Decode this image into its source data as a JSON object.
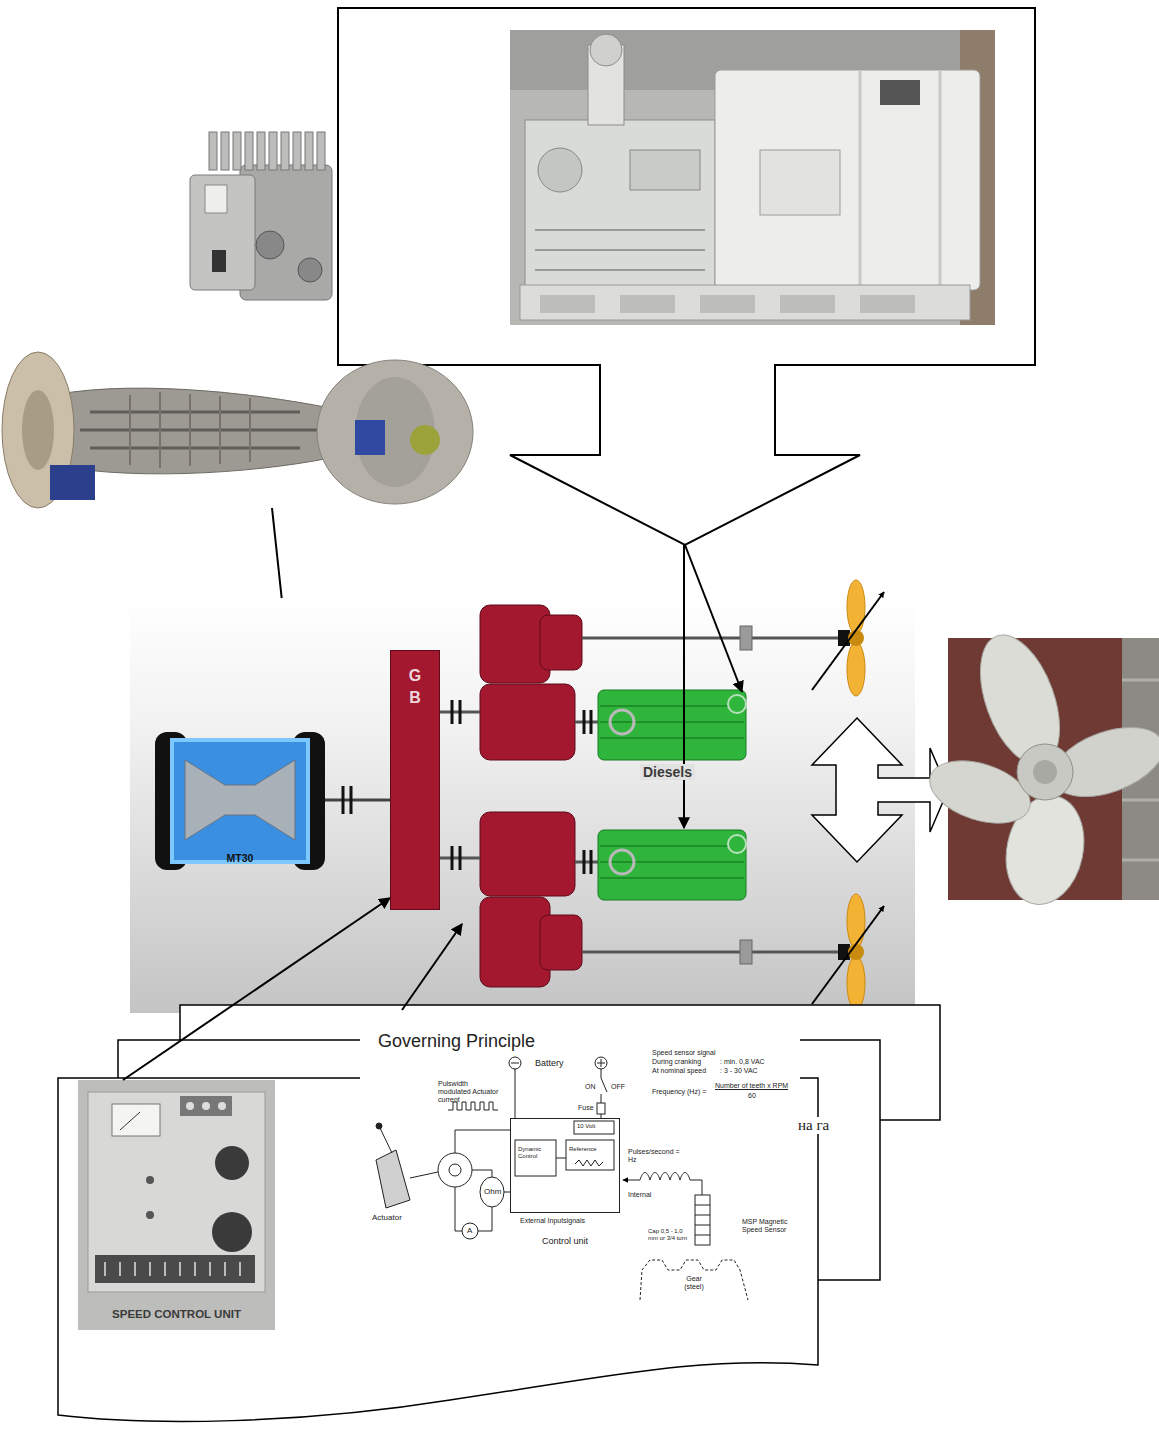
{
  "diagram": {
    "nodes": [
      {
        "text": [
          "MT30"
        ]
      },
      {
        "text": [
          "G B"
        ]
      },
      {
        "text": [
          "Diesels"
        ]
      },
      {
        "text": [
          "Governing Principle"
        ]
      },
      {
        "text": [
          "Control unit"
        ],
        "in": 3
      },
      {
        "text": [
          "SPEED CONTROL UNIT"
        ]
      }
    ],
    "edges": [
      {
        "from": 5,
        "to": 1,
        "arrow": "to"
      }
    ],
    "labels": [
      "Battery",
      "ON",
      "OFF",
      "Speed sensor signal",
      "During cranking",
      ": min. 0,8 VAC",
      "At nominal speed",
      ": 3 - 30 VAC",
      "Pulswidth modulated Actuator current",
      "Frequency (Hz) =",
      "Number of teeth x RPM",
      "60",
      "Fuse",
      "10 Volt",
      "Dynamic Control",
      "Reference",
      "Pulses/second = Hz",
      "Ohm",
      "Internal",
      "MSP Magnetic Speed Sensor",
      "Actuator",
      "A",
      "External Inputsignals",
      "Cap 0,5 - 1,0 mm or 3/4 turn",
      "на га",
      "Gear (steel)"
    ]
  }
}
